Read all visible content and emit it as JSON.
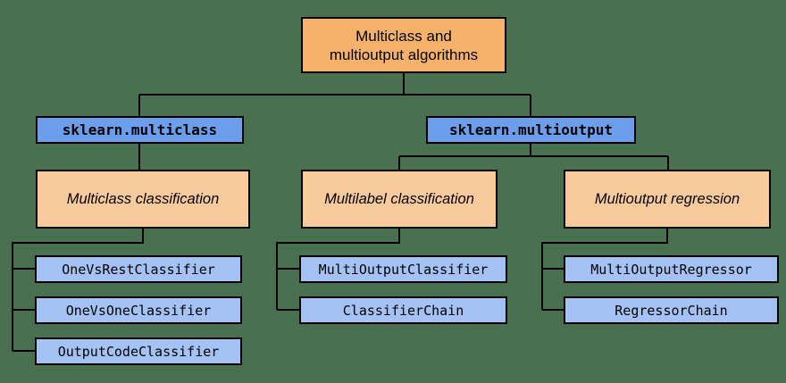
{
  "diagram": {
    "title_node": {
      "lines": [
        "Multiclass and",
        "multioutput algorithms"
      ]
    },
    "module_nodes": [
      {
        "label": "sklearn.multiclass"
      },
      {
        "label": "sklearn.multioutput"
      }
    ],
    "category_nodes": [
      {
        "label": "Multiclass classification"
      },
      {
        "label": "Multilabel classification"
      },
      {
        "label": "Multioutput regression"
      }
    ],
    "leaf_nodes": {
      "multiclass": [
        "OneVsRestClassifier",
        "OneVsOneClassifier",
        "OutputCodeClassifier"
      ],
      "multilabel": [
        "MultiOutputClassifier",
        "ClassifierChain"
      ],
      "multioutput_regression": [
        "MultiOutputRegressor",
        "RegressorChain"
      ]
    }
  },
  "colors": {
    "background": "#4a7052",
    "title_fill": "#f6b26b",
    "module_fill": "#6d9eeb",
    "category_fill": "#f9cb9c",
    "leaf_fill": "#a4c2f4",
    "border": "#000000",
    "line": "#000000",
    "text": "#000000"
  }
}
